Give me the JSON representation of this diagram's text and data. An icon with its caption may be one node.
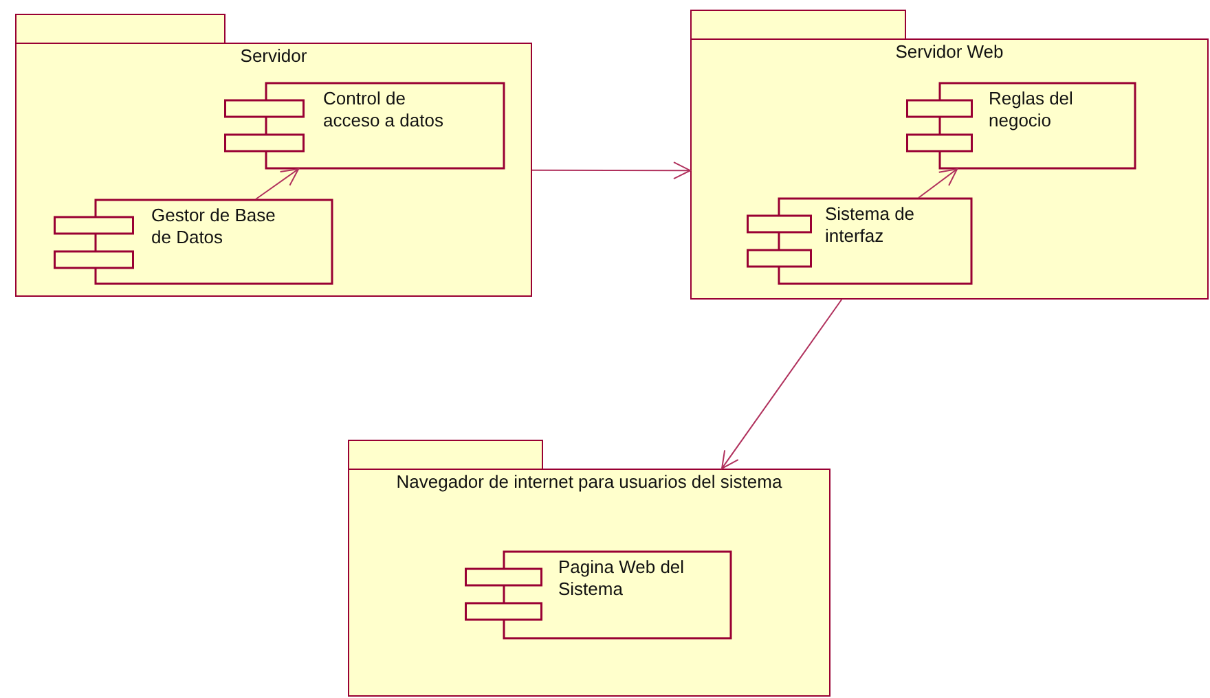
{
  "diagram": {
    "nodes": [
      {
        "text": [
          "Servidor"
        ]
      },
      {
        "text": [
          "Control de acceso a datos"
        ],
        "in": 0
      },
      {
        "text": [
          "Gestor de Base de Datos"
        ],
        "in": 0
      },
      {
        "text": [
          "Servidor Web"
        ]
      },
      {
        "text": [
          "Reglas del negocio"
        ],
        "in": 3
      },
      {
        "text": [
          "Sistema de interfaz"
        ],
        "in": 3
      },
      {
        "text": [
          "Navegador de internet para usuarios del sistema"
        ]
      },
      {
        "text": [
          "Pagina Web del Sistema"
        ],
        "in": 6
      }
    ],
    "edges": [
      {
        "from": 0,
        "to": 3,
        "arrow": "to"
      },
      {
        "from": 2,
        "to": 1,
        "arrow": "to"
      },
      {
        "from": 5,
        "to": 4,
        "arrow": "to"
      },
      {
        "from": 3,
        "to": 6,
        "arrow": "to"
      }
    ]
  }
}
